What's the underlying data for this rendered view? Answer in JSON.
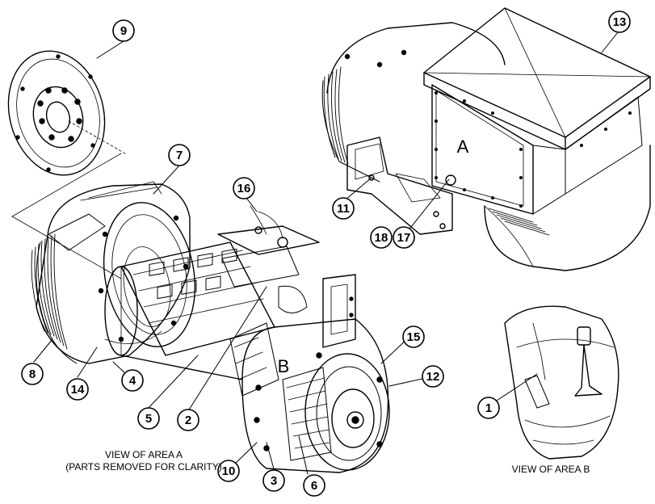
{
  "callouts": [
    "9",
    "7",
    "13",
    "16",
    "11",
    "18",
    "17",
    "15",
    "12",
    "8",
    "14",
    "4",
    "5",
    "2",
    "1",
    "10",
    "3",
    "6"
  ],
  "area_labels": {
    "a": "A",
    "b": "B"
  },
  "captions": {
    "area_a_line1": "VIEW OF AREA  A",
    "area_a_line2": "(PARTS REMOVED FOR CLARITY)",
    "area_b": "VIEW OF AREA B"
  }
}
